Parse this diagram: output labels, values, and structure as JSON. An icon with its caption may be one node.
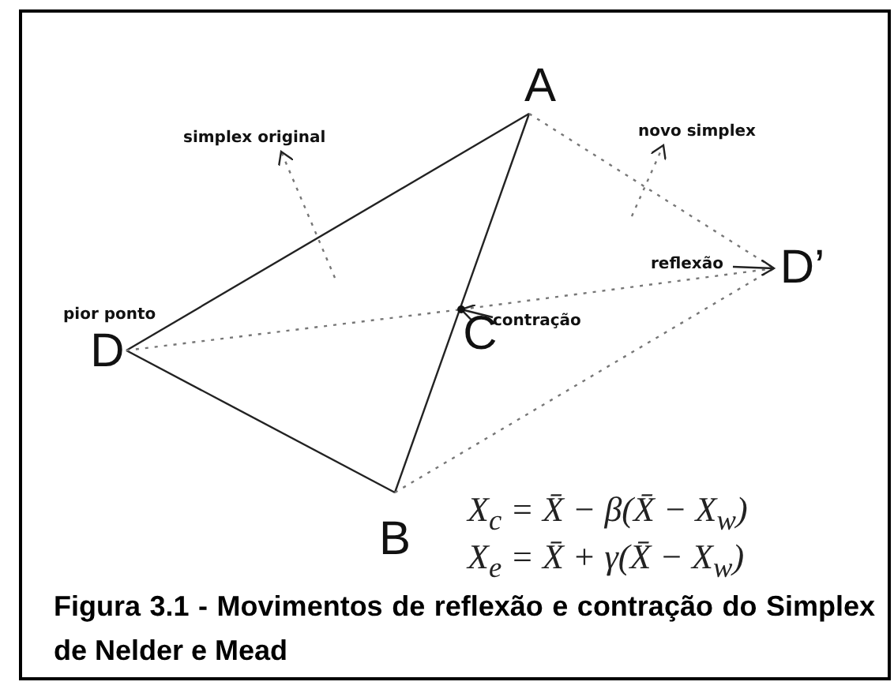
{
  "diagram": {
    "caption": "Figura 3.1 - Movimentos de reflexão e contração do Simplex de Nelder e Mead",
    "nodes": [
      {
        "text": [
          "A"
        ]
      },
      {
        "text": [
          "D"
        ],
        "beside": [
          "pior ponto"
        ]
      },
      {
        "text": [
          "C"
        ]
      },
      {
        "text": [
          "B"
        ]
      },
      {
        "text": [
          "D’"
        ]
      },
      {
        "text": [
          "simplex original"
        ]
      },
      {
        "text": [
          "novo simplex"
        ]
      },
      {
        "text": [
          "reflexão"
        ]
      },
      {
        "text": [
          "contração"
        ]
      }
    ],
    "edges": [
      {
        "from": 1,
        "to": 0,
        "arrow": "none"
      },
      {
        "from": 0,
        "to": 3,
        "arrow": "none"
      },
      {
        "from": 1,
        "to": 3,
        "arrow": "none"
      },
      {
        "from": 0,
        "to": 4,
        "arrow": "none",
        "style": "dashed"
      },
      {
        "from": 3,
        "to": 4,
        "arrow": "none",
        "style": "dashed"
      },
      {
        "from": 1,
        "to": 2,
        "arrow": "none",
        "style": "dashed"
      },
      {
        "from": 2,
        "to": 4,
        "arrow": "none",
        "style": "dashed"
      },
      {
        "from": null,
        "to": 5,
        "arrow": "to",
        "style": "dashed"
      },
      {
        "from": null,
        "to": 6,
        "arrow": "to",
        "style": "dashed"
      },
      {
        "from": 7,
        "to": 4,
        "arrow": "to"
      },
      {
        "from": 8,
        "to": 2,
        "arrow": "to"
      }
    ],
    "labels": [
      "X$_{c}$ = X̄ − β(X̄ − X$_{w}$)",
      "X$_{e}$ = X̄ + γ(X̄ − X$_{w}$)"
    ]
  }
}
